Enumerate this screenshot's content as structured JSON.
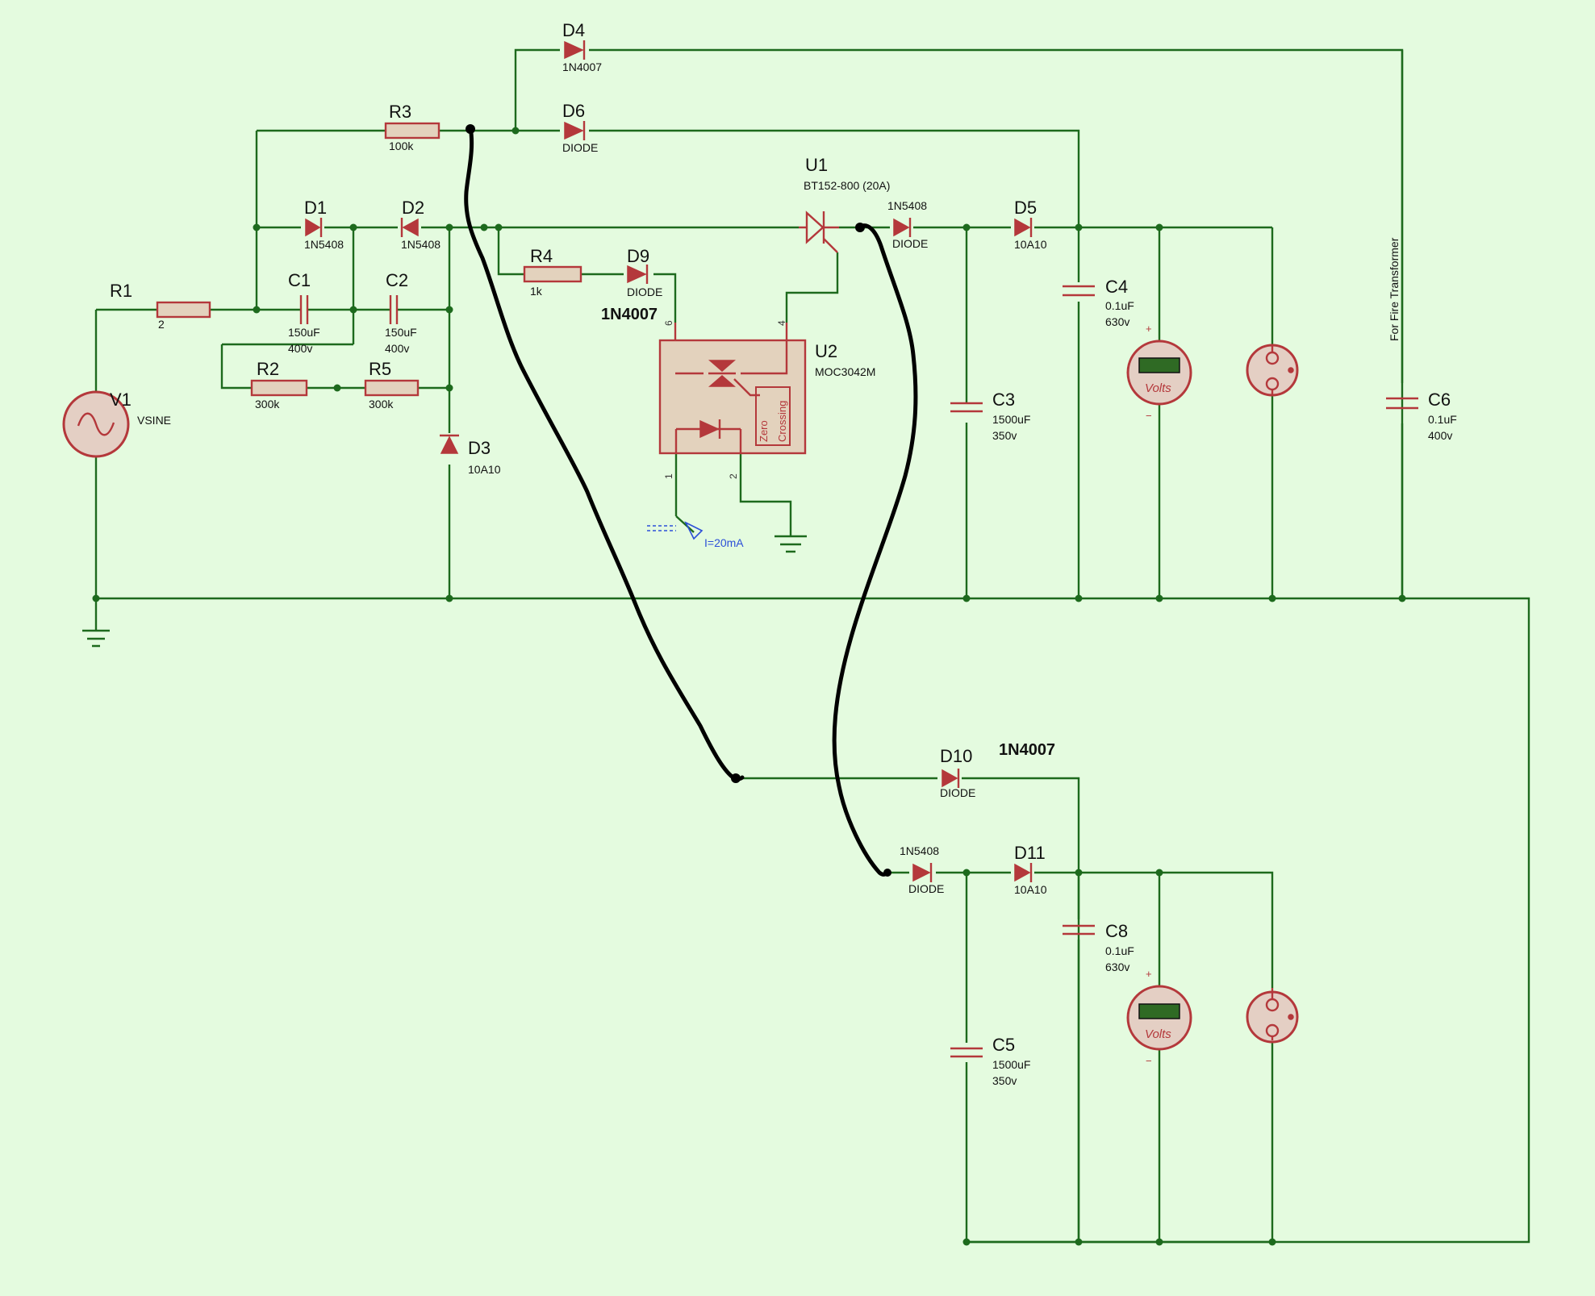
{
  "components": {
    "R1": {
      "ref": "R1",
      "value": "2"
    },
    "R2": {
      "ref": "R2",
      "value": "300k"
    },
    "R3": {
      "ref": "R3",
      "value": "100k"
    },
    "R4": {
      "ref": "R4",
      "value": "1k"
    },
    "R5": {
      "ref": "R5",
      "value": "300k"
    },
    "C1": {
      "ref": "C1",
      "value": "150uF",
      "voltage": "400v"
    },
    "C2": {
      "ref": "C2",
      "value": "150uF",
      "voltage": "400v"
    },
    "C3": {
      "ref": "C3",
      "value": "1500uF",
      "voltage": "350v"
    },
    "C4": {
      "ref": "C4",
      "value": "0.1uF",
      "voltage": "630v"
    },
    "C5": {
      "ref": "C5",
      "value": "1500uF",
      "voltage": "350v"
    },
    "C6": {
      "ref": "C6",
      "value": "0.1uF",
      "voltage": "400v"
    },
    "C8": {
      "ref": "C8",
      "value": "0.1uF",
      "voltage": "630v"
    },
    "D1": {
      "ref": "D1",
      "value": "1N5408"
    },
    "D2": {
      "ref": "D2",
      "value": "1N5408"
    },
    "D3": {
      "ref": "D3",
      "value": "10A10"
    },
    "D4": {
      "ref": "D4",
      "value": "1N4007"
    },
    "D5": {
      "ref": "D5",
      "value": "10A10"
    },
    "D6": {
      "ref": "D6",
      "value": "DIODE"
    },
    "D9": {
      "ref": "D9",
      "value": "DIODE",
      "extra": "1N4007"
    },
    "D10": {
      "ref": "D10",
      "value": "DIODE",
      "extra": "1N4007"
    },
    "D11": {
      "ref": "D11",
      "value": "10A10"
    },
    "DX1": {
      "top": "1N5408",
      "value": "DIODE"
    },
    "DX2": {
      "top": "1N5408",
      "value": "DIODE"
    },
    "U1": {
      "ref": "U1",
      "value": "BT152-800 (20A)"
    },
    "U2": {
      "ref": "U2",
      "value": "MOC3042M",
      "zc1": "Zero",
      "zc2": "Crossing",
      "pins": [
        "6",
        "4",
        "1",
        "2"
      ]
    },
    "V1": {
      "ref": "V1",
      "value": "VSINE"
    }
  },
  "meters": {
    "label": "Volts",
    "plus": "+",
    "minus": "−"
  },
  "annotations": {
    "transformer": "For Fire Transformer",
    "current_probe": "I=20mA"
  }
}
